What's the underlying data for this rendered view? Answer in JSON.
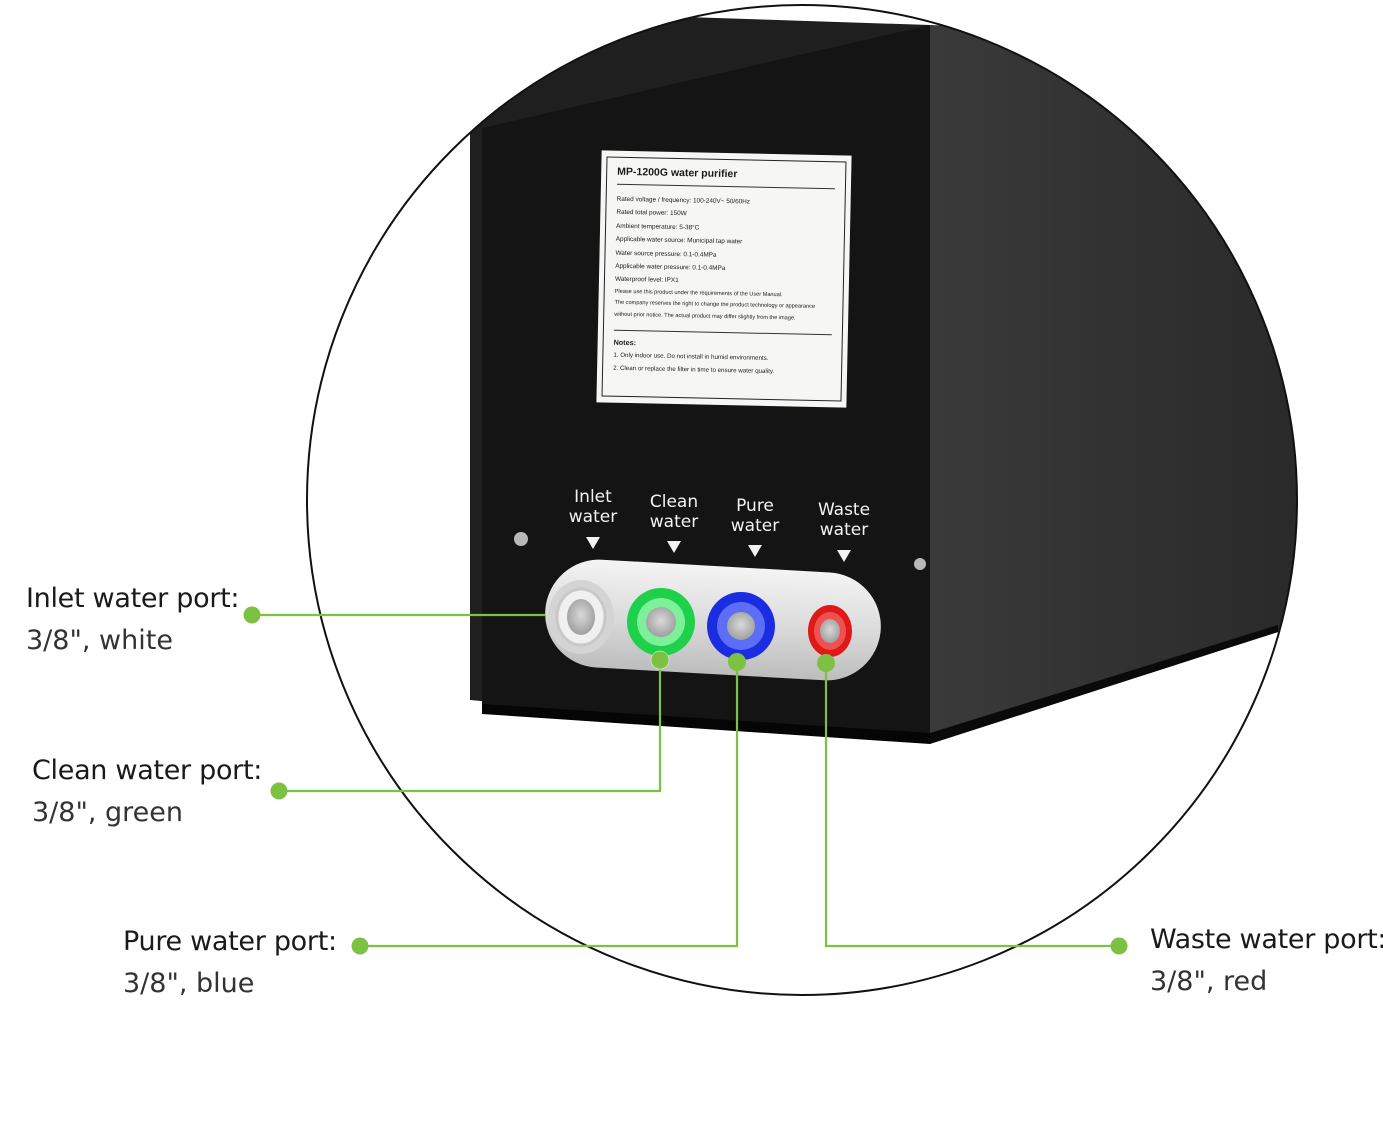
{
  "nameplate": {
    "title": "MP-1200G water purifier",
    "specs": [
      "Rated voltage / frequency:  100-240V~ 50/60Hz",
      "Rated total power: 150W",
      "Ambient temperature: 5-38°C",
      "Applicable water source: Municipal tap water",
      "Water source pressure: 0.1-0.4MPa",
      "Applicable water pressure: 0.1-0.4MPa",
      "Waterproof level: IPX1"
    ],
    "fine_print": [
      "Please use this product under the requirements of the User Manual.",
      "The company reserves the right to change the product technology or appearance",
      "without prior notice. The actual product may differ slightly from the image."
    ],
    "notes_title": "Notes:",
    "notes": [
      "1. Only indoor use. Do not install in humid environments.",
      "2. Clean or replace the filter in time to ensure water quality."
    ]
  },
  "panel_ports": [
    {
      "line1": "Inlet",
      "line2": "water"
    },
    {
      "line1": "Clean",
      "line2": "water"
    },
    {
      "line1": "Pure",
      "line2": "water"
    },
    {
      "line1": "Waste",
      "line2": "water"
    }
  ],
  "callouts": [
    {
      "title": "Inlet water port:",
      "spec": "3/8\", white"
    },
    {
      "title": "Clean water port:",
      "spec": "3/8\", green"
    },
    {
      "title": "Pure water port:",
      "spec": "3/8\", blue"
    },
    {
      "title": "Waste water port:",
      "spec": "3/8\", red"
    }
  ],
  "colors": {
    "callout_line": "#7cc142",
    "port_white": "#e8e8e8",
    "port_green": "#2ee05a",
    "port_blue": "#1f33e8",
    "port_red": "#e01818",
    "panel": "#141414",
    "side": "#2e2e2e"
  }
}
